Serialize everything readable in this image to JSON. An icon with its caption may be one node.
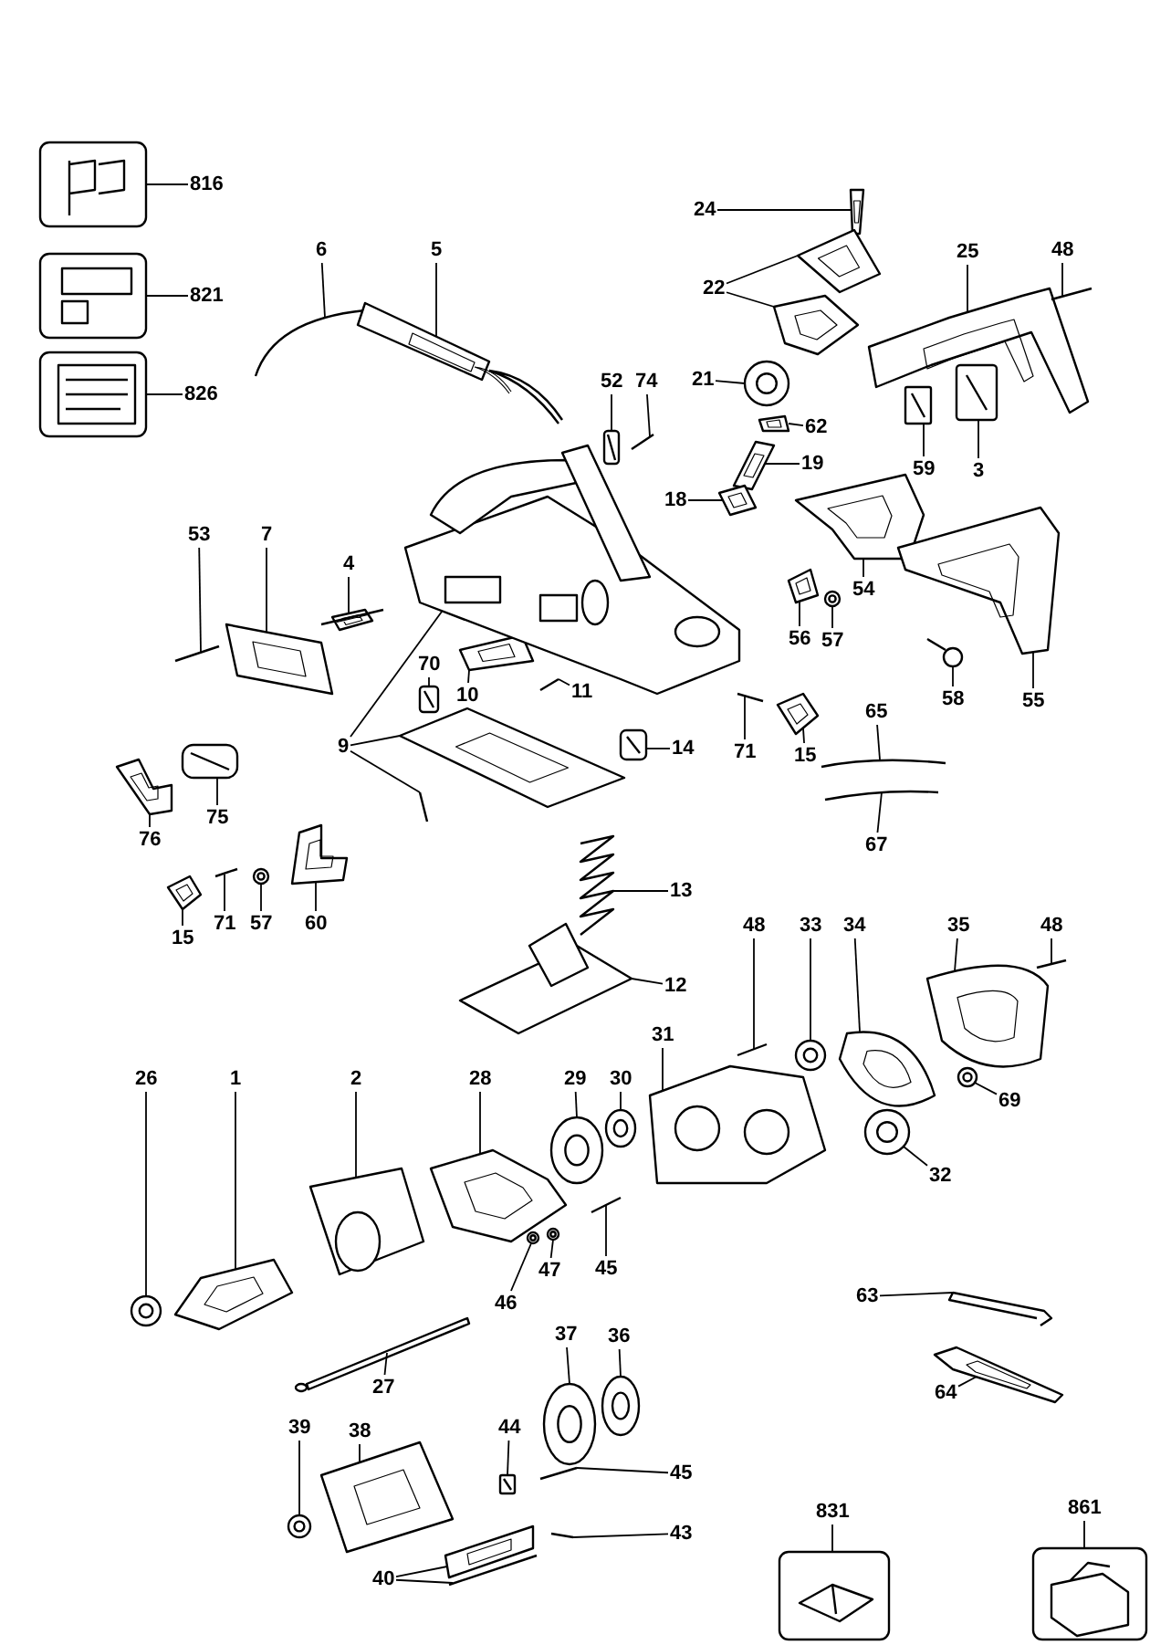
{
  "diagram": {
    "nodes": [
      {
        "text": [
          "816"
        ]
      },
      {
        "text": [
          "821"
        ]
      },
      {
        "text": [
          "826"
        ]
      },
      {
        "text": [
          "24"
        ]
      },
      {
        "text": [
          "22"
        ]
      },
      {
        "text": [
          "6"
        ]
      },
      {
        "text": [
          "5"
        ]
      },
      {
        "text": [
          "25"
        ]
      },
      {
        "text": [
          "48"
        ]
      },
      {
        "text": [
          "21"
        ]
      },
      {
        "text": [
          "62"
        ]
      },
      {
        "text": [
          "19"
        ]
      },
      {
        "text": [
          "52"
        ]
      },
      {
        "text": [
          "74"
        ]
      },
      {
        "text": [
          "18"
        ]
      },
      {
        "text": [
          "59"
        ]
      },
      {
        "text": [
          "3"
        ]
      },
      {
        "text": [
          "53"
        ]
      },
      {
        "text": [
          "7"
        ]
      },
      {
        "text": [
          "4"
        ]
      },
      {
        "text": [
          "54"
        ]
      },
      {
        "text": [
          "56"
        ]
      },
      {
        "text": [
          "57"
        ]
      },
      {
        "text": [
          "70"
        ]
      },
      {
        "text": [
          "10"
        ]
      },
      {
        "text": [
          "11"
        ]
      },
      {
        "text": [
          "9"
        ]
      },
      {
        "text": [
          "55"
        ]
      },
      {
        "text": [
          "58"
        ]
      },
      {
        "text": [
          "14"
        ]
      },
      {
        "text": [
          "71"
        ]
      },
      {
        "text": [
          "15"
        ]
      },
      {
        "text": [
          "65"
        ]
      },
      {
        "text": [
          "75"
        ]
      },
      {
        "text": [
          "76"
        ]
      },
      {
        "text": [
          "67"
        ]
      },
      {
        "text": [
          "15"
        ]
      },
      {
        "text": [
          "71"
        ]
      },
      {
        "text": [
          "57"
        ]
      },
      {
        "text": [
          "60"
        ]
      },
      {
        "text": [
          "13"
        ]
      },
      {
        "text": [
          "12"
        ]
      },
      {
        "text": [
          "48"
        ]
      },
      {
        "text": [
          "33"
        ]
      },
      {
        "text": [
          "34"
        ]
      },
      {
        "text": [
          "35"
        ]
      },
      {
        "text": [
          "48"
        ]
      },
      {
        "text": [
          "26"
        ]
      },
      {
        "text": [
          "1"
        ]
      },
      {
        "text": [
          "2"
        ]
      },
      {
        "text": [
          "28"
        ]
      },
      {
        "text": [
          "29"
        ]
      },
      {
        "text": [
          "30"
        ]
      },
      {
        "text": [
          "31"
        ]
      },
      {
        "text": [
          "69"
        ]
      },
      {
        "text": [
          "32"
        ]
      },
      {
        "text": [
          "47"
        ]
      },
      {
        "text": [
          "46"
        ]
      },
      {
        "text": [
          "45"
        ]
      },
      {
        "text": [
          "27"
        ]
      },
      {
        "text": [
          "63"
        ]
      },
      {
        "text": [
          "37"
        ]
      },
      {
        "text": [
          "36"
        ]
      },
      {
        "text": [
          "64"
        ]
      },
      {
        "text": [
          "38"
        ]
      },
      {
        "text": [
          "39"
        ]
      },
      {
        "text": [
          "44"
        ]
      },
      {
        "text": [
          "45"
        ]
      },
      {
        "text": [
          "43"
        ]
      },
      {
        "text": [
          "40"
        ]
      },
      {
        "text": [
          "831"
        ]
      },
      {
        "text": [
          "861"
        ]
      },
      {
        "text": [],
        "shape": "picture"
      },
      {
        "text": [],
        "shape": "picture"
      },
      {
        "text": [],
        "shape": "picture"
      },
      {
        "text": [],
        "shape": "picture"
      },
      {
        "text": [],
        "shape": "picture"
      },
      {
        "text": [],
        "shape": "picture"
      },
      {
        "text": [],
        "shape": "picture"
      },
      {
        "text": [],
        "shape": "picture"
      },
      {
        "text": [],
        "shape": "picture"
      },
      {
        "text": [],
        "shape": "picture"
      },
      {
        "text": [],
        "shape": "picture"
      },
      {
        "text": [],
        "shape": "picture"
      },
      {
        "text": [],
        "shape": "picture"
      },
      {
        "text": [],
        "shape": "picture"
      },
      {
        "text": [],
        "shape": "picture"
      },
      {
        "text": [],
        "shape": "picture"
      },
      {
        "text": [],
        "shape": "picture"
      },
      {
        "text": [],
        "shape": "picture"
      },
      {
        "text": [],
        "shape": "picture"
      },
      {
        "text": [],
        "shape": "picture"
      },
      {
        "text": [],
        "shape": "picture"
      },
      {
        "text": [],
        "shape": "picture"
      },
      {
        "text": [],
        "shape": "picture"
      },
      {
        "text": [],
        "shape": "picture"
      },
      {
        "text": [],
        "shape": "picture"
      },
      {
        "text": [],
        "shape": "picture"
      },
      {
        "text": [],
        "shape": "picture"
      },
      {
        "text": [],
        "shape": "picture"
      },
      {
        "text": [],
        "shape": "picture"
      },
      {
        "text": [],
        "shape": "picture"
      },
      {
        "text": [],
        "shape": "picture"
      },
      {
        "text": [],
        "shape": "picture"
      },
      {
        "text": [],
        "shape": "picture"
      },
      {
        "text": [],
        "shape": "picture"
      },
      {
        "text": [],
        "shape": "picture"
      },
      {
        "text": [],
        "shape": "picture"
      },
      {
        "text": [],
        "shape": "picture"
      },
      {
        "text": [],
        "shape": "picture"
      },
      {
        "text": [],
        "shape": "picture"
      },
      {
        "text": [],
        "shape": "picture"
      },
      {
        "text": [],
        "shape": "picture"
      },
      {
        "text": [],
        "shape": "picture"
      },
      {
        "text": [],
        "shape": "picture"
      },
      {
        "text": [],
        "shape": "picture"
      },
      {
        "text": [],
        "shape": "picture"
      },
      {
        "text": [],
        "shape": "picture"
      },
      {
        "text": [],
        "shape": "picture"
      },
      {
        "text": [],
        "shape": "picture"
      },
      {
        "text": [],
        "shape": "picture"
      },
      {
        "text": [],
        "shape": "picture"
      },
      {
        "text": [],
        "shape": "picture"
      },
      {
        "text": [],
        "shape": "picture"
      },
      {
        "text": [],
        "shape": "picture"
      },
      {
        "text": [],
        "shape": "picture"
      },
      {
        "text": [],
        "shape": "picture"
      },
      {
        "text": [],
        "shape": "picture"
      },
      {
        "text": [],
        "shape": "picture"
      },
      {
        "text": [],
        "shape": "picture"
      },
      {
        "text": [],
        "shape": "picture"
      },
      {
        "text": [],
        "shape": "picture"
      },
      {
        "text": [],
        "shape": "picture"
      },
      {
        "text": [],
        "shape": "picture"
      },
      {
        "text": [],
        "shape": "picture"
      },
      {
        "text": [],
        "shape": "picture"
      },
      {
        "text": [],
        "shape": "picture"
      },
      {
        "text": [],
        "shape": "picture"
      },
      {
        "text": [],
        "shape": "picture"
      },
      {
        "text": [],
        "shape": "picture"
      },
      {
        "text": [],
        "shape": "picture"
      },
      {
        "text": [],
        "shape": "picture"
      },
      {
        "text": [],
        "shape": "picture"
      },
      {
        "text": [],
        "shape": "picture"
      },
      {
        "text": [],
        "shape": "picture"
      },
      {
        "text": [],
        "shape": "picture"
      },
      {
        "text": [],
        "shape": "picture"
      },
      {
        "text": [],
        "shape": "picture"
      }
    ],
    "edges": [
      {
        "from": 0,
        "to": 72,
        "arrow": "none"
      },
      {
        "from": 1,
        "to": 73,
        "arrow": "none"
      },
      {
        "from": 2,
        "to": 74,
        "arrow": "none"
      },
      {
        "from": 3,
        "to": 75,
        "arrow": "none"
      },
      {
        "from": 4,
        "to": 76,
        "arrow": "none"
      },
      {
        "from": 4,
        "to": 77,
        "arrow": "none"
      },
      {
        "from": 5,
        "to": 78,
        "arrow": "none"
      },
      {
        "from": 6,
        "to": 79,
        "arrow": "none"
      },
      {
        "from": 7,
        "to": 80,
        "arrow": "none"
      },
      {
        "from": 8,
        "to": 81,
        "arrow": "none"
      },
      {
        "from": 9,
        "to": 82,
        "arrow": "none"
      },
      {
        "from": 10,
        "to": 83,
        "arrow": "none"
      },
      {
        "from": 11,
        "to": 84,
        "arrow": "none"
      },
      {
        "from": 12,
        "to": 85,
        "arrow": "none"
      },
      {
        "from": 13,
        "to": 86,
        "arrow": "none"
      },
      {
        "from": 14,
        "to": 87,
        "arrow": "none"
      },
      {
        "from": 15,
        "to": 88,
        "arrow": "none"
      },
      {
        "from": 16,
        "to": 89,
        "arrow": "none"
      },
      {
        "from": 17,
        "to": 90,
        "arrow": "none"
      },
      {
        "from": 18,
        "to": 91,
        "arrow": "none"
      },
      {
        "from": 19,
        "to": 92,
        "arrow": "none"
      },
      {
        "from": 20,
        "to": 93,
        "arrow": "none"
      },
      {
        "from": 21,
        "to": 94,
        "arrow": "none"
      },
      {
        "from": 22,
        "to": 95,
        "arrow": "none"
      },
      {
        "from": 23,
        "to": 96,
        "arrow": "none"
      },
      {
        "from": 24,
        "to": 97,
        "arrow": "none"
      },
      {
        "from": 25,
        "to": 98,
        "arrow": "none"
      },
      {
        "from": 26,
        "to": 99,
        "arrow": "none"
      },
      {
        "from": 26,
        "to": 100,
        "arrow": "none"
      },
      {
        "from": 26,
        "to": 101,
        "arrow": "none"
      },
      {
        "from": 27,
        "to": 102,
        "arrow": "none"
      },
      {
        "from": 28,
        "to": 103,
        "arrow": "none"
      },
      {
        "from": 29,
        "to": 104,
        "arrow": "none"
      },
      {
        "from": 30,
        "to": 105,
        "arrow": "none"
      },
      {
        "from": 31,
        "to": 106,
        "arrow": "none"
      },
      {
        "from": 32,
        "to": 107,
        "arrow": "none"
      },
      {
        "from": 33,
        "to": 108,
        "arrow": "none"
      },
      {
        "from": 34,
        "to": 109,
        "arrow": "none"
      },
      {
        "from": 35,
        "to": 110,
        "arrow": "none"
      },
      {
        "from": 36,
        "to": 111,
        "arrow": "none"
      },
      {
        "from": 37,
        "to": 112,
        "arrow": "none"
      },
      {
        "from": 38,
        "to": 113,
        "arrow": "none"
      },
      {
        "from": 39,
        "to": 114,
        "arrow": "none"
      },
      {
        "from": 40,
        "to": 115,
        "arrow": "none"
      },
      {
        "from": 41,
        "to": 116,
        "arrow": "none"
      },
      {
        "from": 42,
        "to": 117,
        "arrow": "none"
      },
      {
        "from": 43,
        "to": 118,
        "arrow": "none"
      },
      {
        "from": 44,
        "to": 119,
        "arrow": "none"
      },
      {
        "from": 45,
        "to": 120,
        "arrow": "none"
      },
      {
        "from": 46,
        "to": 121,
        "arrow": "none"
      },
      {
        "from": 47,
        "to": 122,
        "arrow": "none"
      },
      {
        "from": 48,
        "to": 123,
        "arrow": "none"
      },
      {
        "from": 49,
        "to": 124,
        "arrow": "none"
      },
      {
        "from": 50,
        "to": 125,
        "arrow": "none"
      },
      {
        "from": 51,
        "to": 126,
        "arrow": "none"
      },
      {
        "from": 52,
        "to": 127,
        "arrow": "none"
      },
      {
        "from": 53,
        "to": 128,
        "arrow": "none"
      },
      {
        "from": 54,
        "to": 129,
        "arrow": "none"
      },
      {
        "from": 55,
        "to": 130,
        "arrow": "none"
      },
      {
        "from": 56,
        "to": 131,
        "arrow": "none"
      },
      {
        "from": 57,
        "to": 132,
        "arrow": "none"
      },
      {
        "from": 58,
        "to": 133,
        "arrow": "none"
      },
      {
        "from": 59,
        "to": 134,
        "arrow": "none"
      },
      {
        "from": 60,
        "to": 135,
        "arrow": "none"
      },
      {
        "from": 61,
        "to": 136,
        "arrow": "none"
      },
      {
        "from": 62,
        "to": 137,
        "arrow": "none"
      },
      {
        "from": 63,
        "to": 138,
        "arrow": "none"
      },
      {
        "from": 64,
        "to": 139,
        "arrow": "none"
      },
      {
        "from": 65,
        "to": 140,
        "arrow": "none"
      },
      {
        "from": 66,
        "to": 141,
        "arrow": "none"
      },
      {
        "from": 67,
        "to": 142,
        "arrow": "none"
      },
      {
        "from": 68,
        "to": 143,
        "arrow": "none"
      },
      {
        "from": 69,
        "to": 144,
        "arrow": "none"
      },
      {
        "from": 69,
        "to": 145,
        "arrow": "none"
      },
      {
        "from": 70,
        "to": 146,
        "arrow": "none"
      },
      {
        "from": 71,
        "to": 147,
        "arrow": "none"
      }
    ]
  }
}
